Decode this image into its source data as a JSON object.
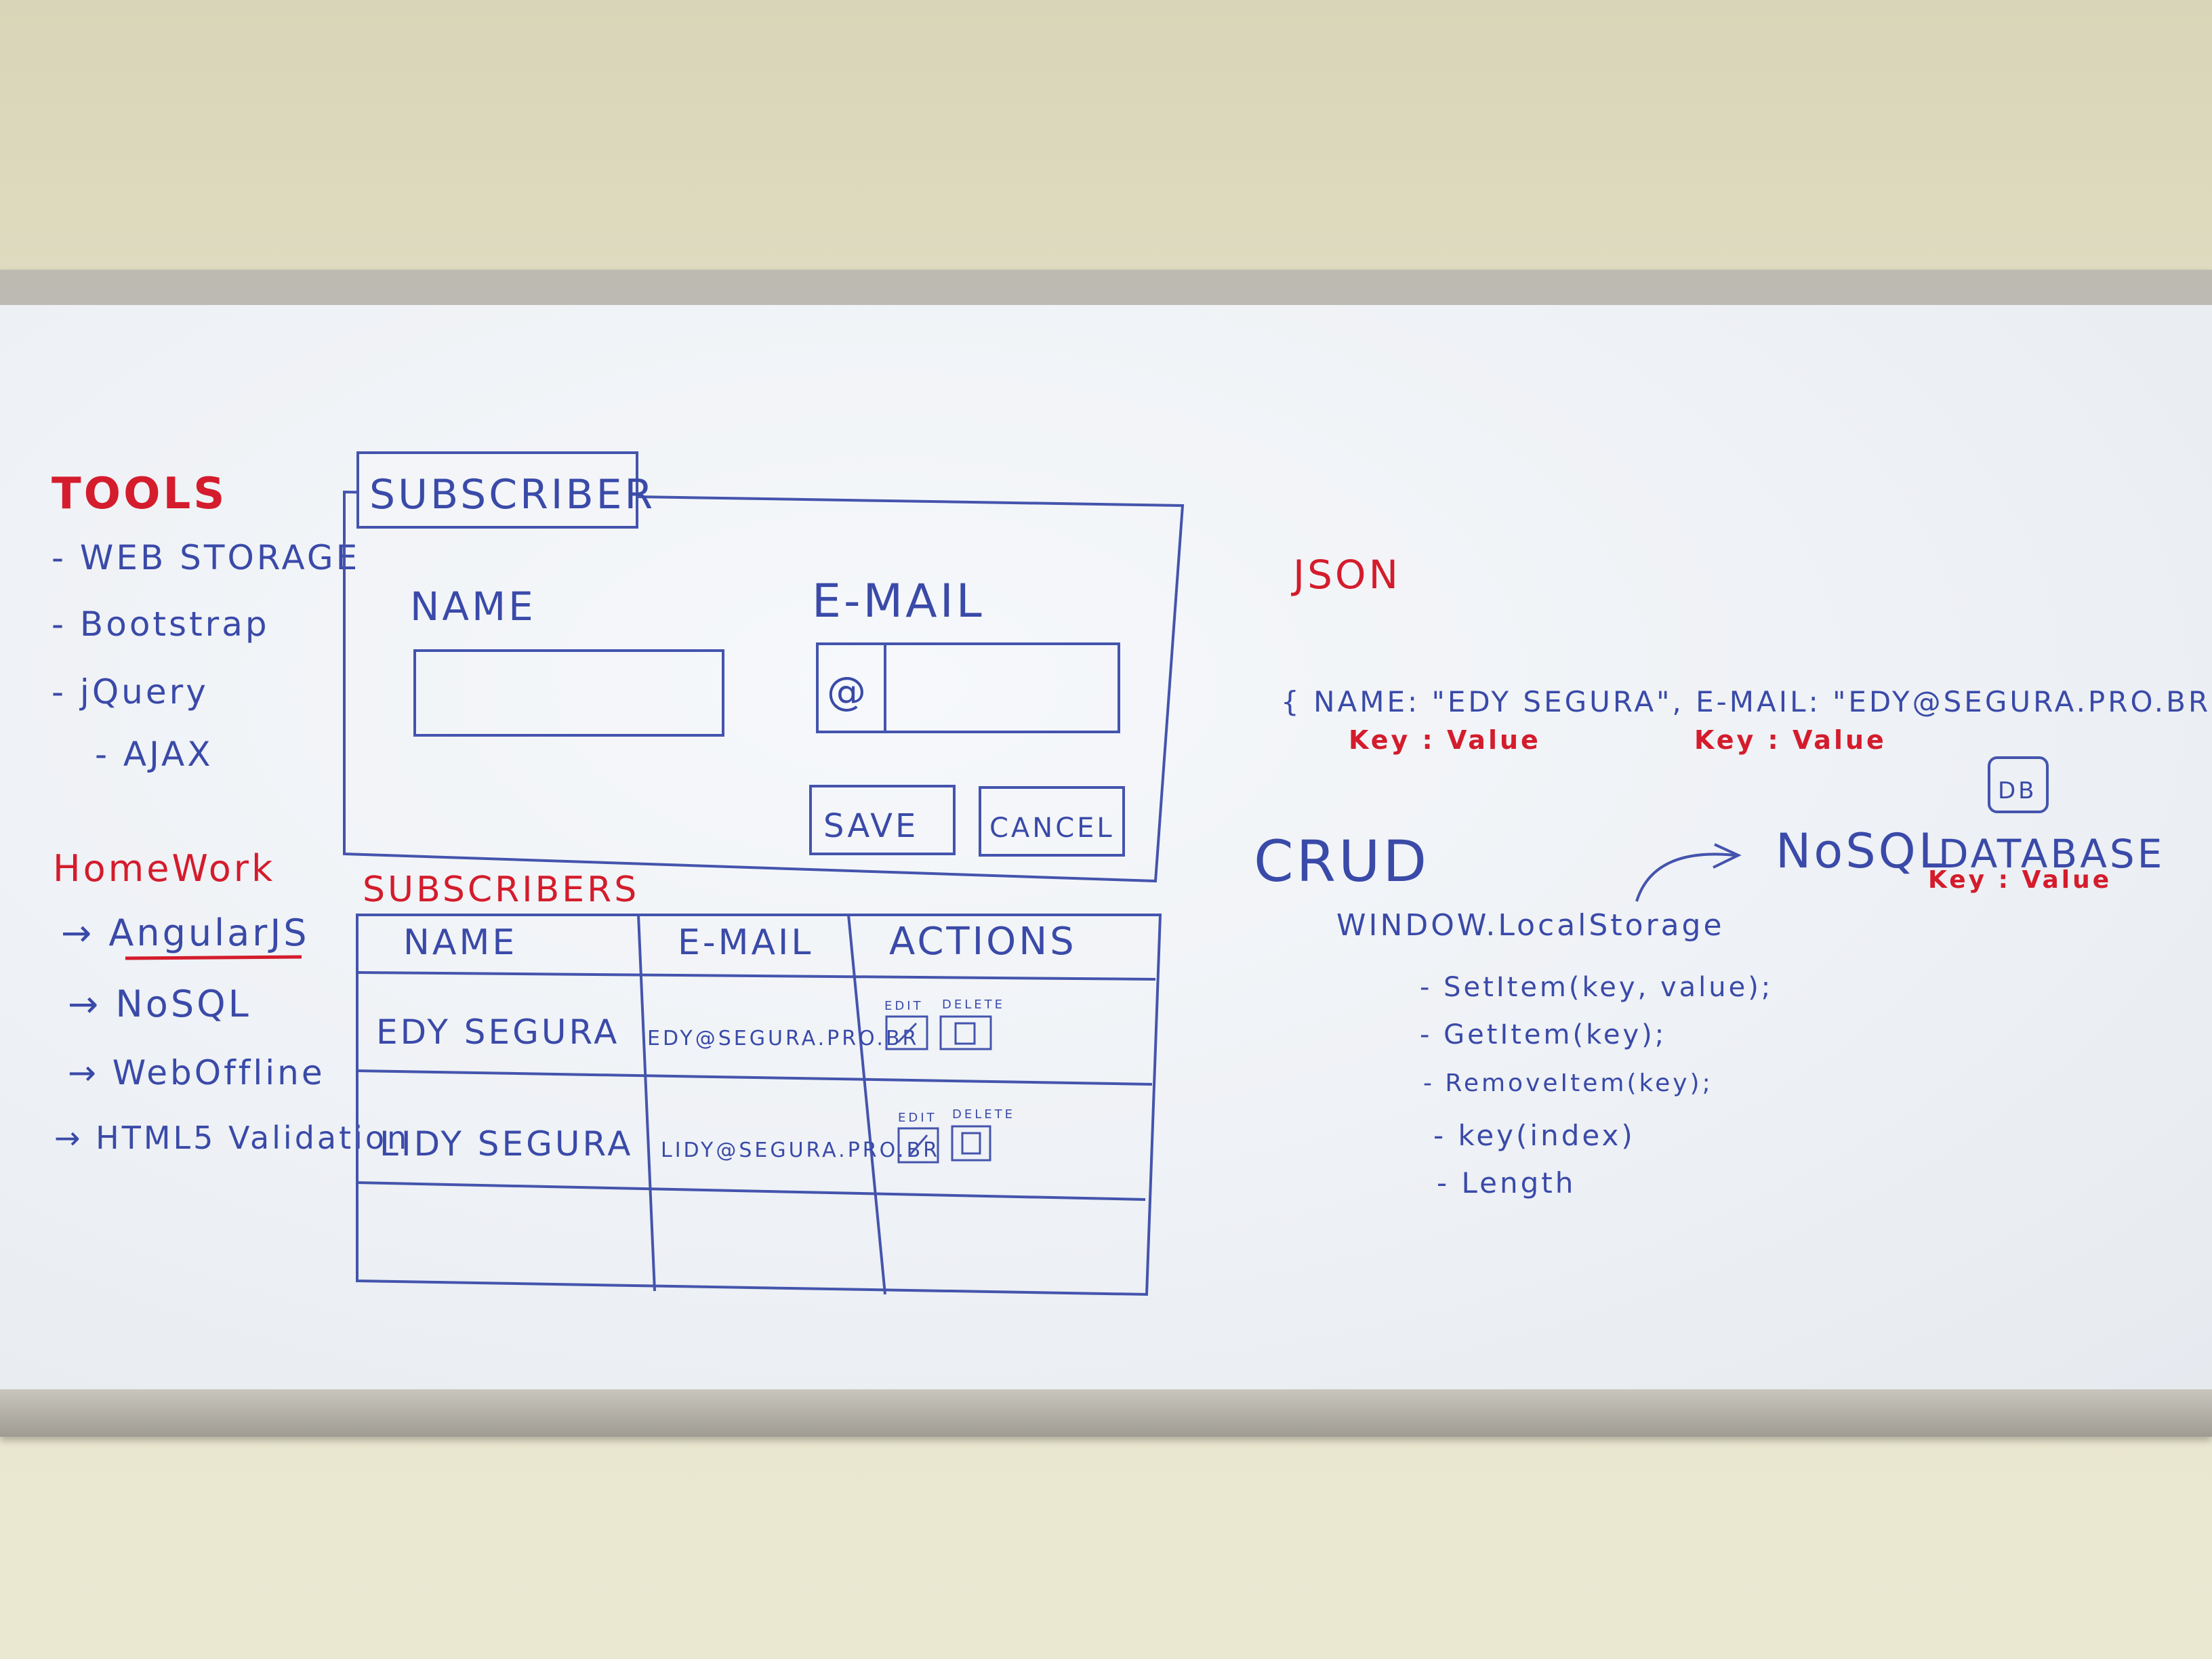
{
  "tools": {
    "title": "TOOLS",
    "items": [
      "- WEB STORAGE",
      "- Bootstrap",
      "- jQuery",
      "- AJAX"
    ]
  },
  "homework": {
    "title": "HomeWork",
    "items": [
      "→ AngularJS",
      "→ NoSQL",
      "→ WebOffline",
      "→ HTML5 Validation"
    ]
  },
  "form": {
    "title": "SUBSCRIBER",
    "name_label": "NAME",
    "email_label": "E-MAIL",
    "email_prefix": "@",
    "save_label": "SAVE",
    "cancel_label": "CANCEL"
  },
  "table": {
    "title": "SUBSCRIBERS",
    "headers": [
      "NAME",
      "E-MAIL",
      "ACTIONS"
    ],
    "rows": [
      {
        "name": "EDY SEGURA",
        "email": "EDY@SEGURA.PRO.BR",
        "edit": "EDIT",
        "delete": "DELETE"
      },
      {
        "name": "LIDY SEGURA",
        "email": "LIDY@SEGURA.PRO.BR",
        "edit": "EDIT",
        "delete": "DELETE"
      }
    ]
  },
  "json": {
    "title": "JSON",
    "object_text": "{ NAME: \"EDY SEGURA\", E-MAIL: \"EDY@SEGURA.PRO.BR\" }",
    "key_value_1": "Key : Value",
    "key_value_2": "Key : Value"
  },
  "crud": {
    "title": "CRUD",
    "nosql": "NoSQL",
    "database": "DATABASE",
    "db_icon": "DB",
    "db_key_value": "Key : Value",
    "local_storage": "WINDOW.LocalStorage",
    "methods": [
      "- SetItem(key, value);",
      "- GetItem(key);",
      "- RemoveItem(key);",
      "- key(index)",
      "- Length"
    ]
  },
  "colors": {
    "red_marker": "#d41c2c",
    "blue_marker": "#3a4aa8"
  }
}
